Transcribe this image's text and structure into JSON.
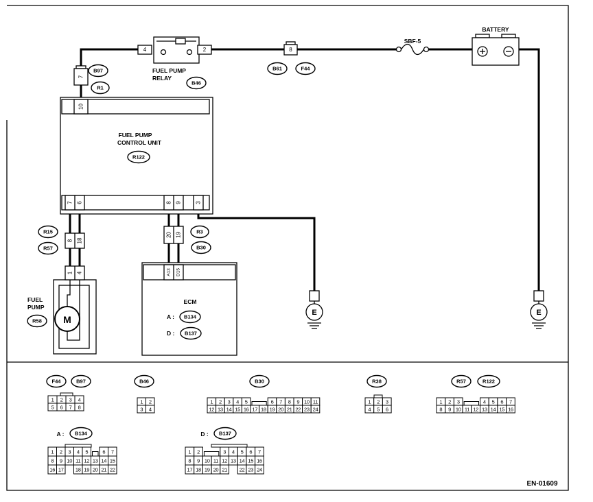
{
  "diagram_id": "EN-01609",
  "relay": {
    "line1": "FUEL PUMP",
    "line2": "RELAY",
    "code": "B46",
    "pin_left": "4",
    "pin_right": "2"
  },
  "inline_connector_top": {
    "pin": "8",
    "code_a": "B61",
    "code_b": "F44"
  },
  "fuse": {
    "label": "SBF-5"
  },
  "battery": {
    "label": "BATTERY"
  },
  "inline_connector_left": {
    "pin": "7",
    "code_a": "B97",
    "code_b": "R1"
  },
  "control_unit": {
    "line1": "FUEL PUMP",
    "line2": "CONTROL UNIT",
    "code": "R122",
    "top_pin": "10",
    "bottom_pins": [
      "7",
      "6",
      "8",
      "9",
      "3"
    ]
  },
  "pump_connector": {
    "pins": [
      "8",
      "18"
    ],
    "code_a": "R15",
    "code_b": "R57"
  },
  "fuel_pump": {
    "pins": [
      "1",
      "4"
    ],
    "line1": "FUEL",
    "line2": "PUMP",
    "code": "R58",
    "motor": "M"
  },
  "ecm_connector": {
    "pins": [
      "20",
      "19"
    ],
    "code_a": "R3",
    "code_b": "B30"
  },
  "ecm": {
    "pins": [
      "A13",
      "D15"
    ],
    "label": "ECM",
    "a_prefix": "A :",
    "a_code": "B134",
    "d_prefix": "D :",
    "d_code": "B137"
  },
  "grounds": [
    {
      "label": "E"
    },
    {
      "label": "E"
    }
  ],
  "connector_views": [
    {
      "id": "f44-b97",
      "codes": [
        "F44",
        "B97"
      ],
      "rows": [
        [
          "1",
          "2",
          "3",
          "4"
        ],
        [
          "5",
          "6",
          "7",
          "8"
        ]
      ]
    },
    {
      "id": "b46",
      "codes": [
        "B46"
      ],
      "rows": [
        [
          "1",
          "2"
        ],
        [
          "3",
          "4"
        ]
      ]
    },
    {
      "id": "b30",
      "codes": [
        "B30"
      ],
      "rows": [
        [
          "1",
          "2",
          "3",
          "4",
          "5",
          null,
          null,
          "6",
          "7",
          "8",
          "9",
          "10",
          "11"
        ],
        [
          "12",
          "13",
          "14",
          "15",
          "16",
          "17",
          "18",
          "19",
          "20",
          "21",
          "22",
          "23",
          "24"
        ]
      ]
    },
    {
      "id": "r38",
      "codes": [
        "R38"
      ],
      "rows": [
        [
          "1",
          "2",
          "3"
        ],
        [
          "4",
          "5",
          "6"
        ]
      ]
    },
    {
      "id": "r57-r122",
      "codes": [
        "R57",
        "R122"
      ],
      "rows": [
        [
          "1",
          "2",
          "3",
          null,
          null,
          "4",
          "5",
          "6",
          "7"
        ],
        [
          "8",
          "9",
          "10",
          "11",
          "12",
          "13",
          "14",
          "15",
          "16"
        ]
      ]
    },
    {
      "id": "b134",
      "prefix": "A :",
      "codes": [
        "B134"
      ],
      "rows": [
        [
          "1",
          "2",
          "3",
          "4",
          "5",
          null,
          "6",
          "7"
        ],
        [
          "8",
          "9",
          "10",
          "11",
          "12",
          "13",
          "14",
          "15"
        ],
        [
          "16",
          "17",
          null,
          "18",
          "19",
          "20",
          "21",
          "22"
        ]
      ]
    },
    {
      "id": "b137",
      "prefix": "D :",
      "codes": [
        "B137"
      ],
      "rows": [
        [
          "1",
          "2",
          null,
          null,
          "3",
          "4",
          "5",
          "6",
          "7"
        ],
        [
          "8",
          "9",
          "10",
          "11",
          "12",
          "13",
          "14",
          "15",
          "16"
        ],
        [
          "17",
          "18",
          "19",
          "20",
          "21",
          null,
          "22",
          "23",
          "24"
        ]
      ]
    }
  ]
}
